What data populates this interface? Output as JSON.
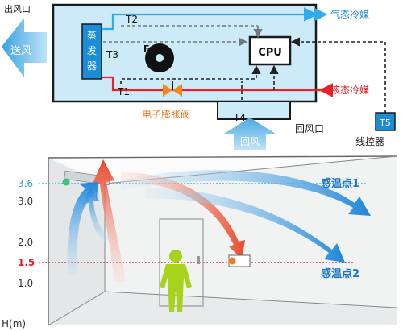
{
  "unit": {
    "outlet_label": "出风口",
    "supply_air_label": "送风",
    "evaporator_label": [
      "蒸",
      "发",
      "器"
    ],
    "fan_label": "Fan",
    "cpu_label": "CPU",
    "t1": "T1",
    "t2": "T2",
    "t3": "T3",
    "t4": "T4",
    "t5": "T5",
    "gas_refrigerant_label": "气态冷媒",
    "liquid_refrigerant_label": "液态冷媒",
    "expansion_valve_label": "电子膨胀阀",
    "return_air_label": "回风",
    "return_inlet_label": "回风口",
    "controller_label": "线控器"
  },
  "room": {
    "axis_label": "H(m)",
    "heights": [
      {
        "value": "3.6",
        "color": "#2aa7d6"
      },
      {
        "value": "3.0",
        "color": "#333333"
      },
      {
        "value": "2.0",
        "color": "#333333"
      },
      {
        "value": "1.5",
        "color": "#d9232a"
      },
      {
        "value": "1.0",
        "color": "#333333"
      }
    ],
    "sensor_point_1": "感温点1",
    "sensor_point_2": "感温点2"
  },
  "colors": {
    "duct_fill": "#cdeaf8",
    "evaporator": "#1c8cd6",
    "gas_line": "#33aaee",
    "liquid_line": "#e8202a",
    "valve": "#f08a1c",
    "cool_air": "#2a8fe0",
    "warm_air": "#ef6a4a",
    "person": "#a8d21c",
    "sensor_blue": "#1f79c8",
    "sensor_red": "#d9232a"
  }
}
